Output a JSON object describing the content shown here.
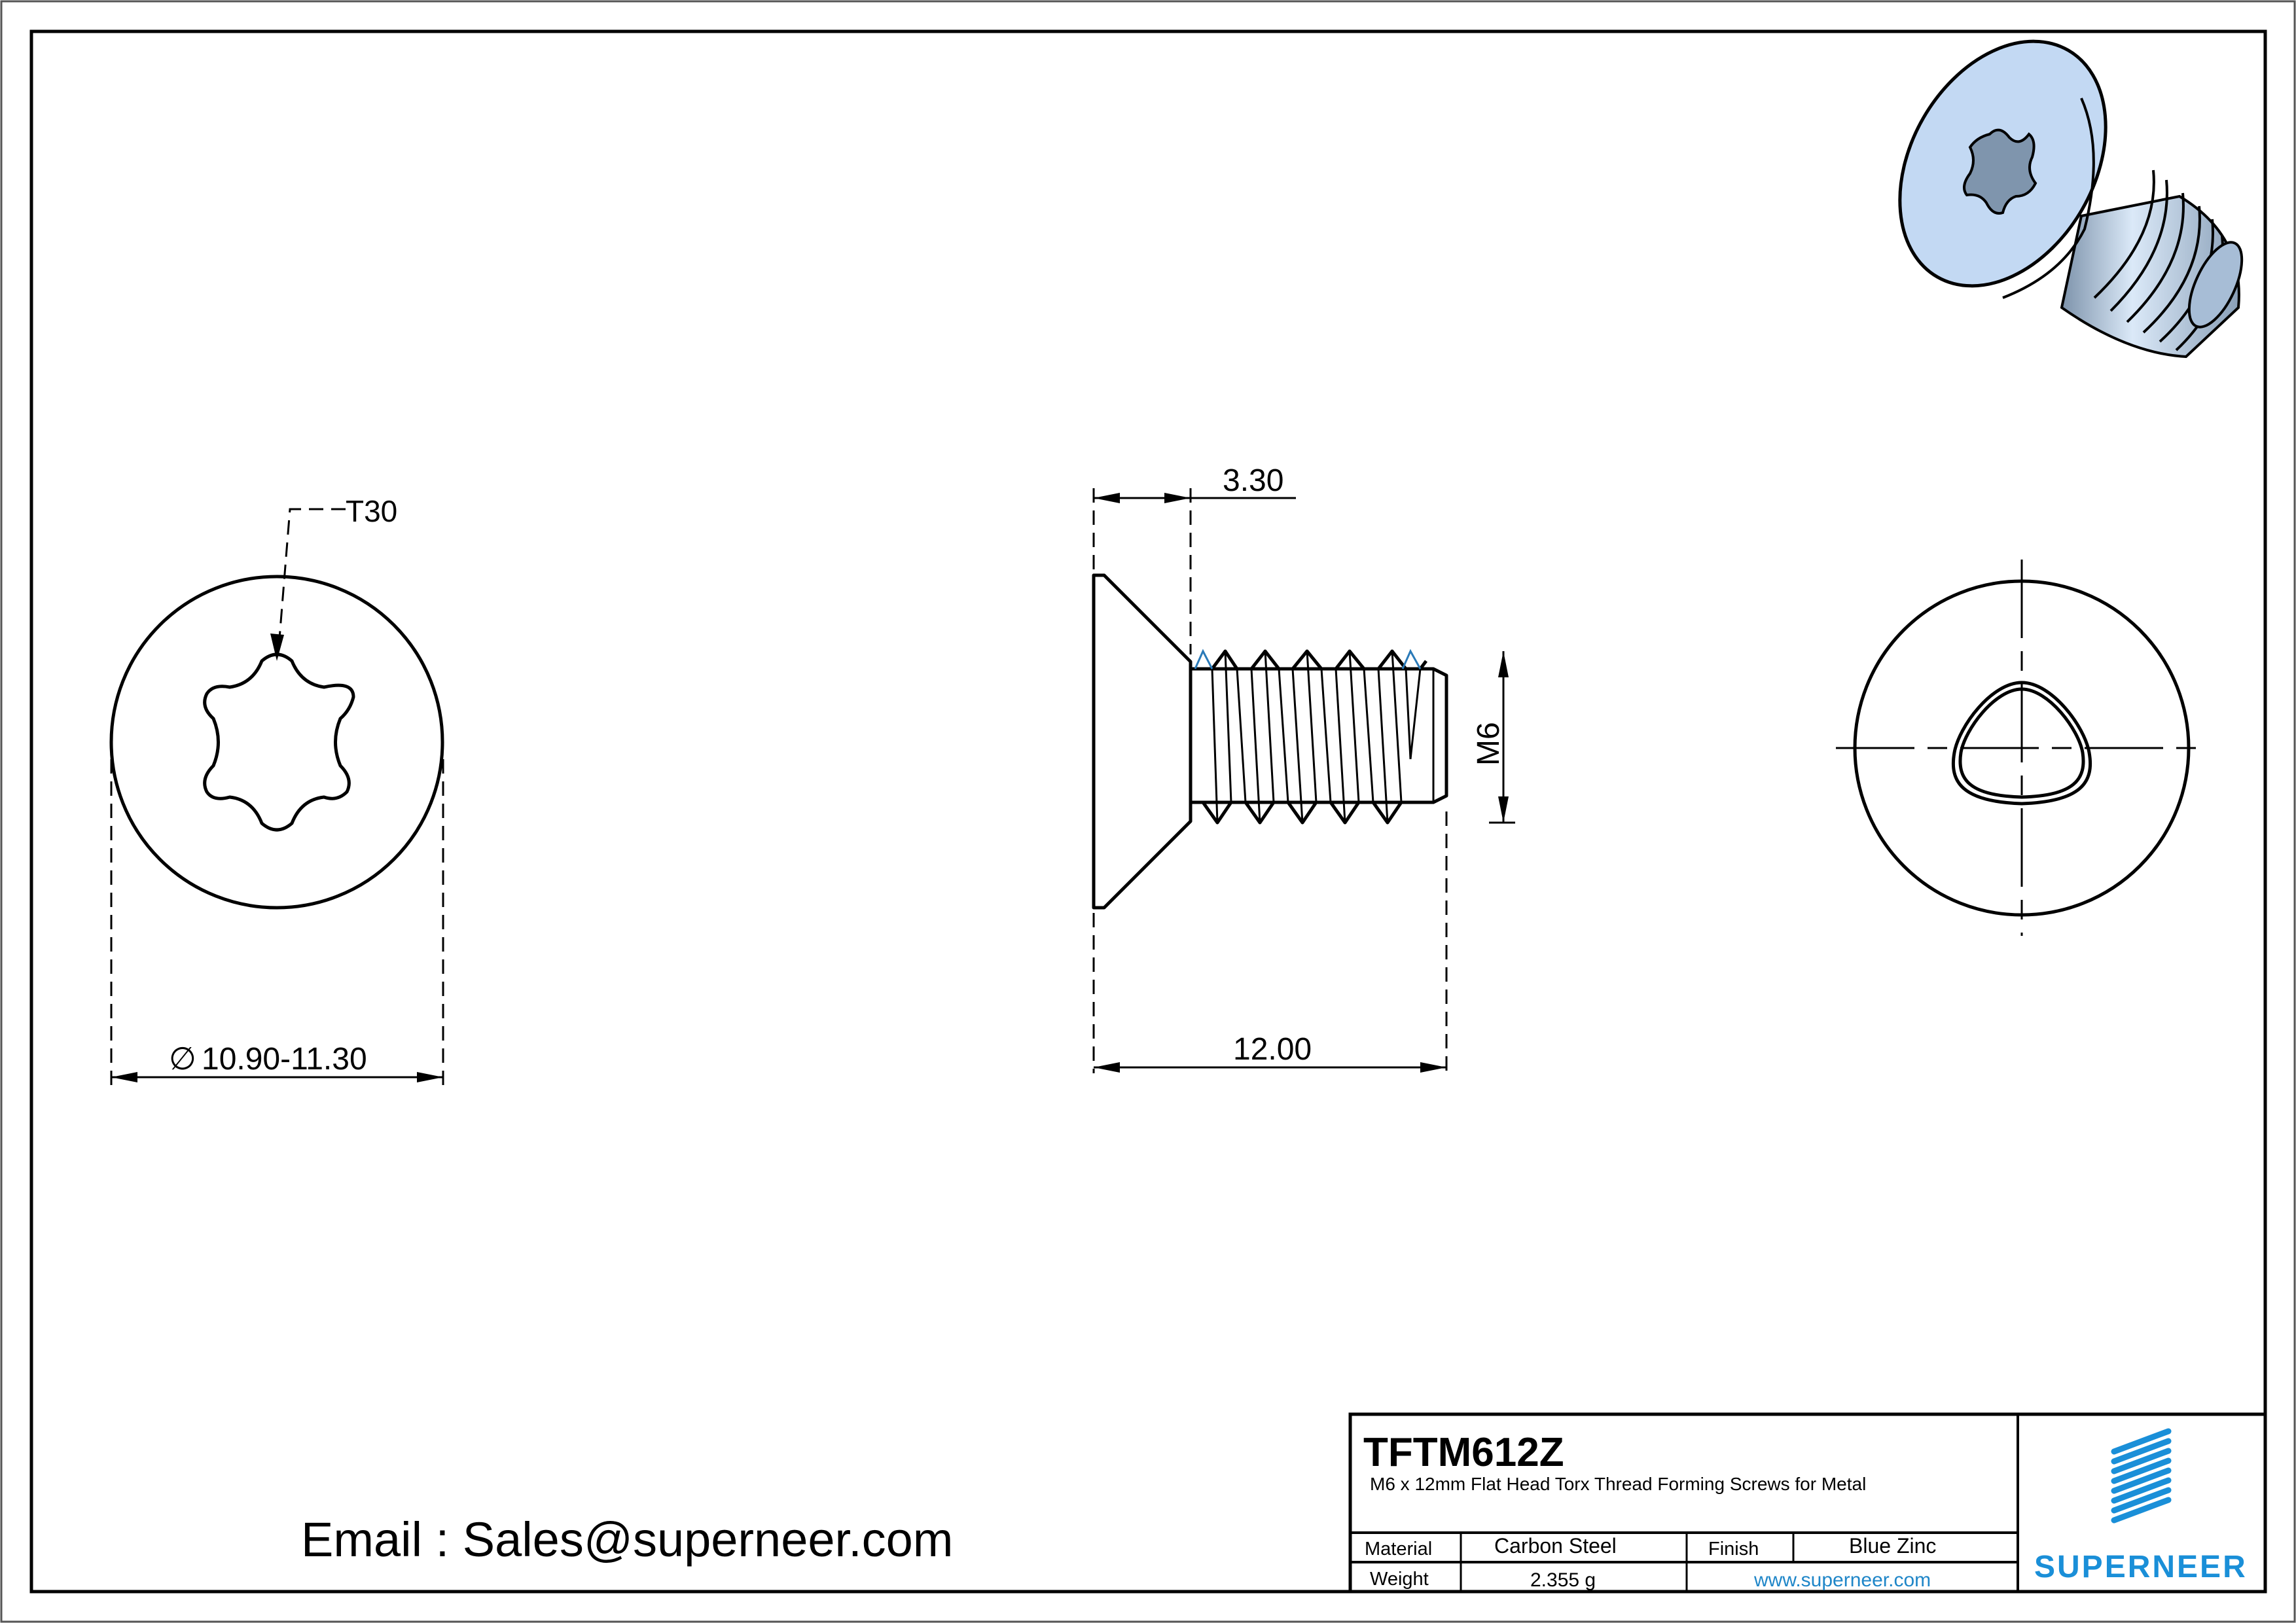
{
  "drawing": {
    "part_number": "TFTM612Z",
    "description": "M6 x 12mm Flat Head Torx Thread Forming Screws for Metal",
    "email": "Email : Sales@superneer.com"
  },
  "title_block": {
    "material_label": "Material",
    "material_value": "Carbon Steel",
    "finish_label": "Finish",
    "finish_value": "Blue Zinc",
    "weight_label": "Weight",
    "weight_value": "2.355 g",
    "website": "www.superneer.com",
    "brand": "SUPERNEER",
    "brand_color": "#1a8fd8"
  },
  "views": {
    "top_view": {
      "drive_label": "T30",
      "head_diameter": "10.90-11.30",
      "diameter_symbol": "∅"
    },
    "side_view": {
      "head_height": "3.30",
      "length": "12.00",
      "thread": "M6"
    },
    "end_view": {
      "profile": "trilobular"
    },
    "render_3d": {
      "color": "#b8d4f2"
    }
  }
}
